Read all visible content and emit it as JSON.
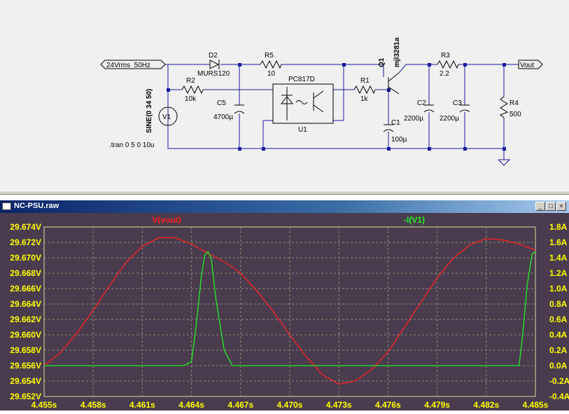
{
  "schematic": {
    "labels": {
      "in_net": "24Vrms_50Hz",
      "out_net": "Vout",
      "d2_name": "D2",
      "d2_value": "MURS120",
      "r5_name": "R5",
      "r5_value": "10",
      "r2_name": "R2",
      "r2_value": "10k",
      "c5_name": "C5",
      "c5_value": "4700µ",
      "u1_part": "PC817D",
      "u1_name": "U1",
      "r1_name": "R1",
      "r1_value": "1k",
      "q1_name": "Q1",
      "q1_value": "mjl3281a",
      "c1_name": "C1",
      "c1_value": "100µ",
      "r3_name": "R3",
      "r3_value": "2.2",
      "c2_name": "C2",
      "c2_value": "2200µ",
      "c3_name": "C3",
      "c3_value": "2200µ",
      "r4_name": "R4",
      "r4_value": "500",
      "v1_name": "V1",
      "v1_value": "SINE(0 34 50)",
      "directive": ".tran 0 5 0 10u"
    }
  },
  "plot_window": {
    "title": "NC-PSU.raw",
    "buttons": {
      "minimize": "_",
      "maximize": "□",
      "close": "×"
    }
  },
  "colors": {
    "plot_bg": "#4a3c4e",
    "axis_text": "#ffff00",
    "grid": "#8c8c70",
    "vout": "#ff2020",
    "iv1": "#22ee22"
  },
  "chart_data": {
    "type": "line",
    "x": {
      "ticks": [
        "4.455s",
        "4.458s",
        "4.461s",
        "4.464s",
        "4.467s",
        "4.470s",
        "4.473s",
        "4.476s",
        "4.479s",
        "4.482s",
        "4.485s"
      ],
      "range": [
        4.455,
        4.485
      ]
    },
    "y_left": {
      "ticks": [
        "29.674V",
        "29.672V",
        "29.670V",
        "29.668V",
        "29.666V",
        "29.664V",
        "29.662V",
        "29.660V",
        "29.658V",
        "29.656V",
        "29.654V",
        "29.652V"
      ],
      "range": [
        29.652,
        29.674
      ]
    },
    "y_right": {
      "ticks": [
        "1.8A",
        "1.6A",
        "1.4A",
        "1.2A",
        "1.0A",
        "0.8A",
        "0.6A",
        "0.4A",
        "0.2A",
        "0.0A",
        "-0.2A",
        "-0.4A"
      ],
      "range": [
        -0.4,
        1.8
      ]
    },
    "grid": true,
    "series": [
      {
        "name": "V(vout)",
        "axis": "left",
        "x": [
          4.455,
          4.456,
          4.457,
          4.458,
          4.459,
          4.46,
          4.461,
          4.462,
          4.463,
          4.464,
          4.465,
          4.466,
          4.467,
          4.468,
          4.469,
          4.47,
          4.471,
          4.472,
          4.473,
          4.474,
          4.475,
          4.476,
          4.477,
          4.478,
          4.479,
          4.48,
          4.481,
          4.482,
          4.483,
          4.484,
          4.485
        ],
        "y": [
          29.656,
          29.6577,
          29.6602,
          29.6632,
          29.6664,
          29.6694,
          29.6715,
          29.6726,
          29.6726,
          29.6718,
          29.6706,
          29.6695,
          29.668,
          29.6657,
          29.663,
          29.66,
          29.6572,
          29.6548,
          29.6536,
          29.654,
          29.6555,
          29.6578,
          29.661,
          29.6642,
          29.6674,
          29.67,
          29.6717,
          29.6725,
          29.6723,
          29.6718,
          29.671
        ]
      },
      {
        "name": "-I(V1)",
        "axis": "right",
        "x": [
          4.455,
          4.4635,
          4.464,
          4.4643,
          4.4646,
          4.4648,
          4.465,
          4.4652,
          4.4655,
          4.466,
          4.4665,
          4.467,
          4.473,
          4.476,
          4.484,
          4.4842,
          4.4845,
          4.4848,
          4.485
        ],
        "y": [
          0.0,
          0.0,
          0.05,
          0.55,
          1.15,
          1.43,
          1.48,
          1.4,
          0.85,
          0.2,
          0.0,
          0.0,
          0.0,
          0.0,
          0.0,
          0.35,
          1.05,
          1.45,
          1.48
        ]
      }
    ]
  }
}
